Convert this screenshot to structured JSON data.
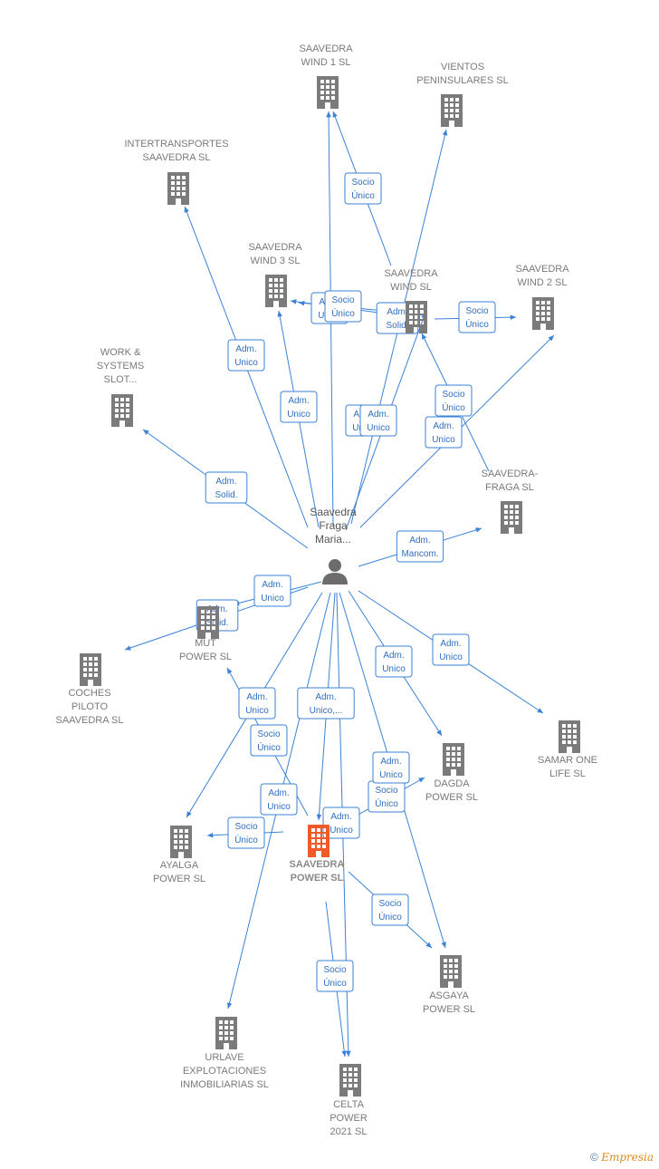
{
  "colors": {
    "edge": "#3b82d6",
    "company": "#7b7b7b",
    "focus": "#f05a28",
    "person": "#6c6c6c"
  },
  "person": {
    "lines": [
      "Saavedra",
      "Fraga",
      "Maria..."
    ]
  },
  "nodes": [
    {
      "id": "wind1",
      "lines": [
        "SAAVEDRA",
        "WIND 1  SL"
      ],
      "icon": "building-icon"
    },
    {
      "id": "vientos",
      "lines": [
        "VIENTOS",
        "PENINSULARES SL"
      ],
      "icon": "building-icon"
    },
    {
      "id": "intertrans",
      "lines": [
        "INTERTRANSPORTES",
        "SAAVEDRA SL"
      ],
      "icon": "building-icon"
    },
    {
      "id": "wind3",
      "lines": [
        "SAAVEDRA",
        "WIND 3  SL"
      ],
      "icon": "building-icon"
    },
    {
      "id": "wind",
      "lines": [
        "SAAVEDRA",
        "WIND  SL"
      ],
      "icon": "building-icon"
    },
    {
      "id": "wind2",
      "lines": [
        "SAAVEDRA",
        "WIND 2  SL"
      ],
      "icon": "building-icon"
    },
    {
      "id": "work",
      "lines": [
        "WORK &",
        "SYSTEMS",
        "SLOT..."
      ],
      "icon": "building-icon"
    },
    {
      "id": "fraga",
      "lines": [
        "SAAVEDRA-",
        "FRAGA SL"
      ],
      "icon": "building-icon"
    },
    {
      "id": "mut",
      "lines": [
        "MUT",
        "POWER  SL"
      ],
      "icon": "building-icon"
    },
    {
      "id": "coches",
      "lines": [
        "COCHES",
        "PILOTO",
        "SAAVEDRA SL"
      ],
      "icon": "building-icon"
    },
    {
      "id": "samar",
      "lines": [
        "SAMAR ONE",
        "LIFE  SL"
      ],
      "icon": "building-icon"
    },
    {
      "id": "dagda",
      "lines": [
        "DAGDA",
        "POWER  SL"
      ],
      "icon": "building-icon"
    },
    {
      "id": "ayalga",
      "lines": [
        "AYALGA",
        "POWER  SL"
      ],
      "icon": "building-icon"
    },
    {
      "id": "saavpower",
      "lines": [
        "SAAVEDRA",
        "POWER  SL"
      ],
      "icon": "building-icon",
      "focus": true
    },
    {
      "id": "asgaya",
      "lines": [
        "ASGAYA",
        "POWER  SL"
      ],
      "icon": "building-icon"
    },
    {
      "id": "urlave",
      "lines": [
        "URLAVE",
        "EXPLOTACIONES",
        "INMOBILIARIAS SL"
      ],
      "icon": "building-icon"
    },
    {
      "id": "celta",
      "lines": [
        "CELTA",
        "POWER",
        "2021  SL"
      ],
      "icon": "building-icon"
    }
  ],
  "edges": [
    {
      "from": "person",
      "to": "wind1",
      "lines": [
        "Adm.",
        "Unico"
      ]
    },
    {
      "from": "wind",
      "to": "wind1",
      "lines": [
        "Socio",
        "Único"
      ]
    },
    {
      "from": "person",
      "to": "vientos",
      "lines": [
        "Adm.",
        "Unico"
      ]
    },
    {
      "from": "person",
      "to": "intertrans",
      "lines": [
        "Adm.",
        "Unico"
      ]
    },
    {
      "from": "person",
      "to": "wind3",
      "lines": [
        "Adm.",
        "Unico"
      ]
    },
    {
      "from": "wind",
      "to": "wind3",
      "lines": [
        "Adm.",
        "Unico"
      ]
    },
    {
      "from": "wind",
      "to": "wind3",
      "lines": [
        "Socio",
        "Único"
      ]
    },
    {
      "from": "person",
      "to": "wind",
      "lines": [
        "Adm.",
        "Solid."
      ]
    },
    {
      "from": "wind",
      "to": "wind2",
      "lines": [
        "Socio",
        "Único"
      ]
    },
    {
      "from": "fraga",
      "to": "wind",
      "lines": [
        "Socio",
        "Único"
      ]
    },
    {
      "from": "person",
      "to": "wind2",
      "lines": [
        "Adm.",
        "Unico"
      ]
    },
    {
      "from": "person",
      "to": "work",
      "lines": [
        "Adm.",
        "Solid."
      ]
    },
    {
      "from": "person",
      "to": "fraga",
      "lines": [
        "Adm.",
        "Mancom."
      ]
    },
    {
      "from": "person",
      "to": "mut",
      "lines": [
        "Adm.",
        "Unico"
      ]
    },
    {
      "from": "person",
      "to": "coches",
      "lines": [
        "Adm.",
        "Solid."
      ]
    },
    {
      "from": "person",
      "to": "samar",
      "lines": [
        "Adm.",
        "Unico"
      ]
    },
    {
      "from": "person",
      "to": "dagda",
      "lines": [
        "Adm.",
        "Unico"
      ]
    },
    {
      "from": "person",
      "to": "ayalga",
      "lines": [
        "Adm.",
        "Unico"
      ]
    },
    {
      "from": "saavpower",
      "to": "mut",
      "lines": [
        "Socio",
        "Único"
      ]
    },
    {
      "from": "person",
      "to": "urlave",
      "lines": [
        "Adm.",
        "Unico,..."
      ]
    },
    {
      "from": "person",
      "to": "saavpower",
      "lines": [
        "Adm.",
        "Unico"
      ]
    },
    {
      "from": "saavpower",
      "to": "dagda",
      "lines": [
        "Socio",
        "Único"
      ]
    },
    {
      "from": "person",
      "to": "asgaya",
      "lines": [
        "Adm.",
        "Unico"
      ]
    },
    {
      "from": "saavpower",
      "to": "ayalga",
      "lines": [
        "Socio",
        "Único"
      ]
    },
    {
      "from": "person",
      "to": "celta",
      "lines": [
        "Adm.",
        "Unico"
      ]
    },
    {
      "from": "saavpower",
      "to": "asgaya",
      "lines": [
        "Socio",
        "Único"
      ]
    },
    {
      "from": "saavpower",
      "to": "celta",
      "lines": [
        "Socio",
        "Único"
      ]
    }
  ],
  "footer": {
    "symbol": "©",
    "brand": "Empresia"
  }
}
